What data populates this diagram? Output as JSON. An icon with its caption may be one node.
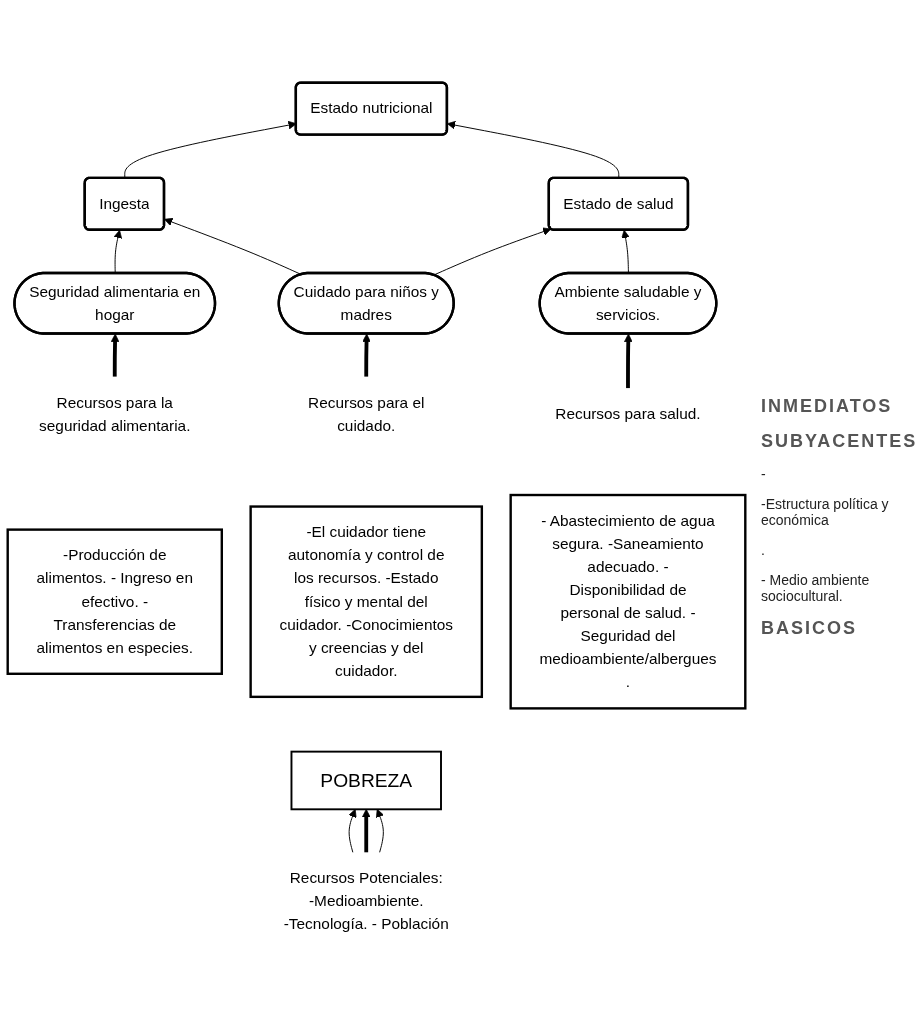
{
  "diagram": {
    "nodes": [
      {
        "text": [
          "Estado nutricional"
        ]
      },
      {
        "text": [
          "Ingesta"
        ]
      },
      {
        "text": [
          "Estado de salud"
        ]
      },
      {
        "text": [
          "Seguridad alimentaria en hogar"
        ]
      },
      {
        "text": [
          "Cuidado para niños y madres"
        ]
      },
      {
        "text": [
          "Ambiente saludable y servicios."
        ]
      },
      {
        "text": [
          "Recursos para la seguridad alimentaria."
        ]
      },
      {
        "text": [
          "Recursos para el cuidado."
        ]
      },
      {
        "text": [
          "Recursos para salud."
        ]
      },
      {
        "text": [
          "-Producción de alimentos. - Ingreso en efectivo. - Transferencias de alimentos en especies."
        ]
      },
      {
        "text": [
          "-El cuidador tiene autonomía y control de los recursos. -Estado físico y mental del cuidador. -Conocimientos y creencias y del cuidador."
        ]
      },
      {
        "text": [
          "- Abastecimiento de agua segura. -Saneamiento adecuado. - Disponibilidad de personal de salud. - Seguridad del medioambiente/albergues ."
        ]
      },
      {
        "text": [
          "POBREZA"
        ]
      },
      {
        "text": [
          "Recursos Potenciales: -Medioambiente. -Tecnología. - Población"
        ]
      }
    ],
    "edges": [
      {
        "from": 1,
        "to": 0,
        "arrow": "to"
      },
      {
        "from": 2,
        "to": 0,
        "arrow": "to"
      },
      {
        "from": 3,
        "to": 1,
        "arrow": "to"
      },
      {
        "from": 4,
        "to": 1,
        "arrow": "to"
      },
      {
        "from": 4,
        "to": 2,
        "arrow": "to"
      },
      {
        "from": 5,
        "to": 2,
        "arrow": "to"
      },
      {
        "from": 6,
        "to": 3,
        "arrow": "to",
        "style": "thick"
      },
      {
        "from": 7,
        "to": 4,
        "arrow": "to",
        "style": "thick"
      },
      {
        "from": 8,
        "to": 5,
        "arrow": "to",
        "style": "thick"
      },
      {
        "from": 13,
        "to": 12,
        "arrow": "to"
      },
      {
        "from": 13,
        "to": 12,
        "arrow": "to",
        "style": "thick"
      },
      {
        "from": 13,
        "to": 12,
        "arrow": "to"
      }
    ],
    "labels": [
      "INMEDIATOS",
      "SUBYACENTES",
      "-",
      "-Estructura política y económica",
      ".",
      "- Medio ambiente sociocultural.",
      "BASICOS"
    ]
  }
}
